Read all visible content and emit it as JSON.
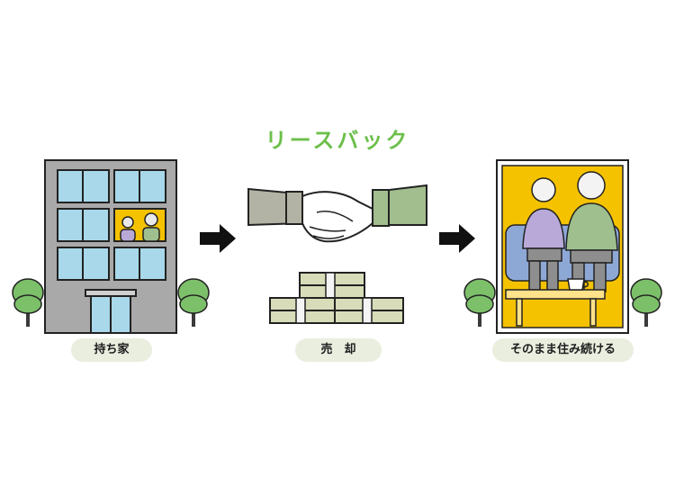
{
  "diagram": {
    "title": "リースバック",
    "steps": [
      {
        "label": "持ち家"
      },
      {
        "label": "売　却"
      },
      {
        "label": "そのまま住み続ける"
      }
    ]
  },
  "colors": {
    "title": "#6cbf4b",
    "label_bg": "#e9eedf",
    "building": "#999999",
    "window": "#a8d8ea",
    "accent_yellow": "#f5c200",
    "money": "#d8dcb8",
    "tree": "#7cc06a"
  },
  "icons": [
    "building-icon",
    "handshake-icon",
    "money-stack-icon",
    "elderly-couple-icon",
    "tree-icon",
    "arrow-right-icon"
  ]
}
